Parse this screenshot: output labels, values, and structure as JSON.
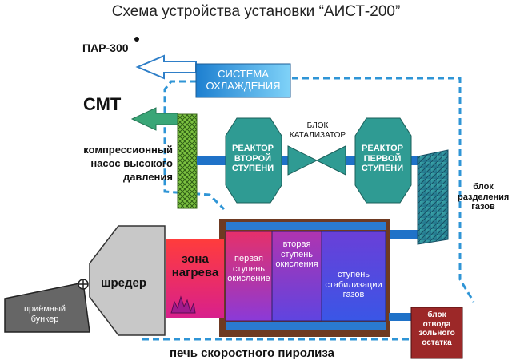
{
  "title": "Схема устройства установки “АИСТ-200”",
  "outputs": {
    "steam": "ПАР-300",
    "smt": "СМТ"
  },
  "components": {
    "cooling_system": [
      "СИСТЕМА",
      "ОХЛАЖДЕНИЯ"
    ],
    "compressor": [
      "компрессионный",
      "насос высокого",
      "давления"
    ],
    "reactor_second": [
      "РЕАКТОР",
      "ВТОРОЙ",
      "СТУПЕНИ"
    ],
    "catalyst_block": [
      "БЛОК",
      "КАТАЛИЗАТОР"
    ],
    "reactor_first": [
      "РЕАКТОР",
      "ПЕРВОЙ",
      "СТУПЕНИ"
    ],
    "gas_separation": [
      "блок",
      "разделения",
      "газов"
    ],
    "heating_zone": [
      "зона",
      "нагрева"
    ],
    "stage_first_oxidation": [
      "первая",
      "ступень",
      "окисление"
    ],
    "stage_second_oxidation": [
      "вторая",
      "ступень",
      "окисления"
    ],
    "stage_stabilization": [
      "ступень",
      "стабилизации",
      "газов"
    ],
    "shredder": "шредер",
    "hopper": [
      "приёмный",
      "бункер"
    ],
    "ash_removal": [
      "блок",
      "отвода",
      "зольного",
      "остатка"
    ],
    "pyrolysis_furnace": "печь скоростного пиролиза"
  },
  "colors": {
    "cooling_fill": "#2ea0e6",
    "reactor_fill": "#2f9b93",
    "compressor_fill": "#7cc240",
    "dashed_line": "#2f95d6",
    "pipe_blue": "#1f72c8",
    "arrow_green": "#3aa677",
    "furnace_brown": "#6e3a22",
    "ash_block": "#9c2828"
  }
}
